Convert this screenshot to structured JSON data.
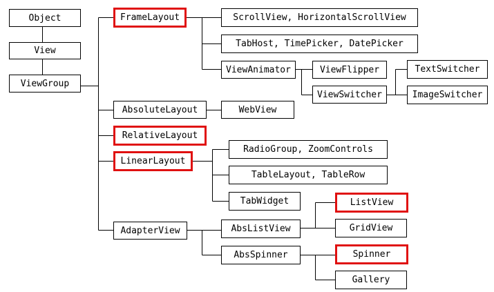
{
  "highlight_color": "#e01010",
  "nodes": {
    "object": {
      "label": "Object",
      "highlighted": false
    },
    "view": {
      "label": "View",
      "highlighted": false
    },
    "viewgroup": {
      "label": "ViewGroup",
      "highlighted": false
    },
    "framelayout": {
      "label": "FrameLayout",
      "highlighted": true
    },
    "scrollview": {
      "label": "ScrollView, HorizontalScrollView",
      "highlighted": false
    },
    "tabhost": {
      "label": "TabHost, TimePicker, DatePicker",
      "highlighted": false
    },
    "viewanimator": {
      "label": "ViewAnimator",
      "highlighted": false
    },
    "viewflipper": {
      "label": "ViewFlipper",
      "highlighted": false
    },
    "viewswitcher": {
      "label": "ViewSwitcher",
      "highlighted": false
    },
    "textswitcher": {
      "label": "TextSwitcher",
      "highlighted": false
    },
    "imageswitcher": {
      "label": "ImageSwitcher",
      "highlighted": false
    },
    "absolutelayout": {
      "label": "AbsoluteLayout",
      "highlighted": false
    },
    "webview": {
      "label": "WebView",
      "highlighted": false
    },
    "relativelayout": {
      "label": "RelativeLayout",
      "highlighted": true
    },
    "linearlayout": {
      "label": "LinearLayout",
      "highlighted": true
    },
    "radiogroup": {
      "label": "RadioGroup, ZoomControls",
      "highlighted": false
    },
    "tablelayout": {
      "label": "TableLayout, TableRow",
      "highlighted": false
    },
    "tabwidget": {
      "label": "TabWidget",
      "highlighted": false
    },
    "adapterview": {
      "label": "AdapterView",
      "highlighted": false
    },
    "abslistview": {
      "label": "AbsListView",
      "highlighted": false
    },
    "listview": {
      "label": "ListView",
      "highlighted": true
    },
    "gridview": {
      "label": "GridView",
      "highlighted": false
    },
    "absspinner": {
      "label": "AbsSpinner",
      "highlighted": false
    },
    "spinner": {
      "label": "Spinner",
      "highlighted": true
    },
    "gallery": {
      "label": "Gallery",
      "highlighted": false
    }
  }
}
